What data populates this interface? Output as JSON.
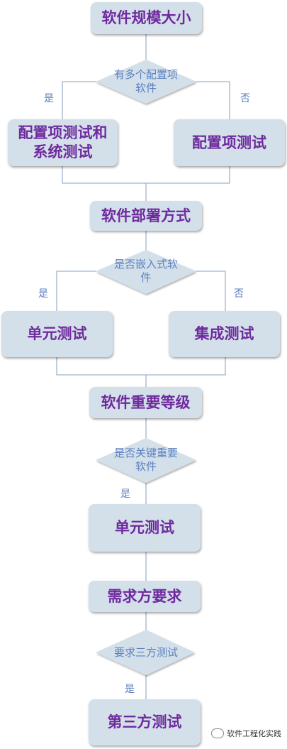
{
  "nodes": {
    "size": "软件规模大小",
    "q_multi": "有多个配置项软件",
    "cfg_sys": "配置项测试和系统测试",
    "cfg": "配置项测试",
    "deploy": "软件部署方式",
    "q_embed": "是否嵌入式软件",
    "unit1": "单元测试",
    "integ": "集成测试",
    "level": "软件重要等级",
    "q_key": "是否关键重要软件",
    "unit2": "单元测试",
    "req": "需求方要求",
    "q_third": "要求三方测试",
    "third": "第三方测试"
  },
  "labels": {
    "yes": "是",
    "no": "否"
  },
  "watermark": "软件工程化实践",
  "colors": {
    "box_fill": "#d3e0ea",
    "box_text": "#6f2a9e",
    "diamond_text": "#5b7fbf",
    "line": "#9fb3cc"
  }
}
